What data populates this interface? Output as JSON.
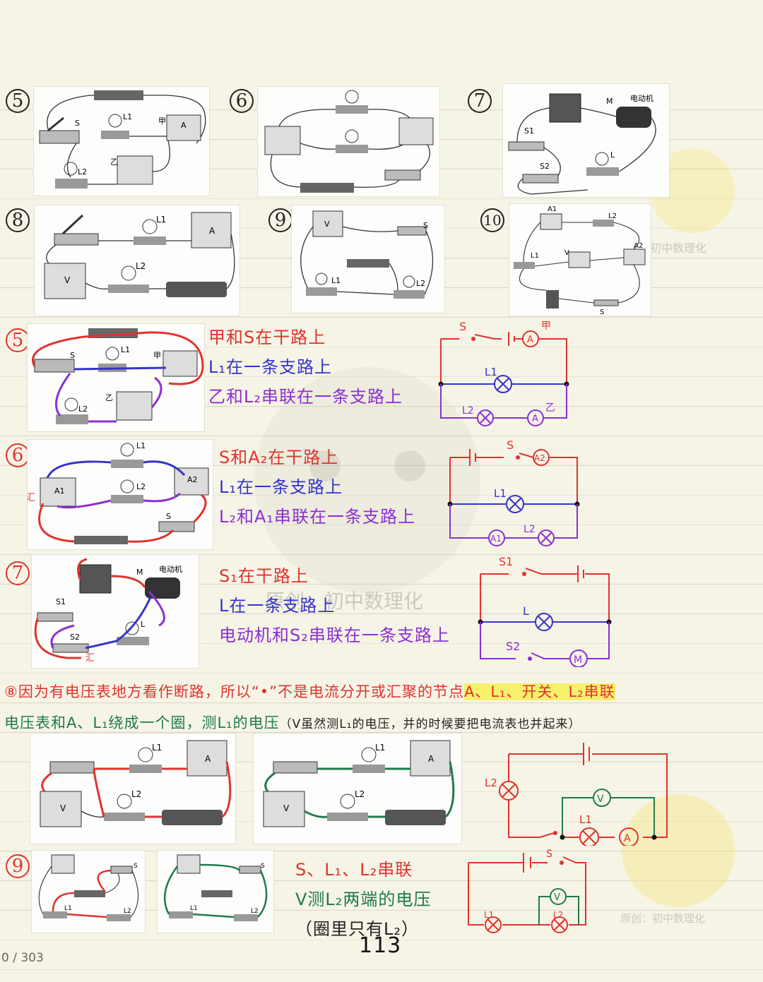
{
  "numbers": {
    "n5": "5",
    "n6": "6",
    "n7": "7",
    "n8": "8",
    "n9": "9",
    "n10": "10"
  },
  "circuit_labels": {
    "S": "S",
    "L1": "L1",
    "L2": "L2",
    "A": "A",
    "A1": "A1",
    "A2": "A2",
    "V": "V",
    "M": "M",
    "S1": "S1",
    "S2": "S2",
    "L": "L",
    "jia": "甲",
    "yi": "乙",
    "motor": "电动机",
    "hui": "汇"
  },
  "notes": {
    "q5": [
      "甲和S在干路上",
      "L₁在一条支路上",
      "乙和L₂串联在一条支路上"
    ],
    "q6": [
      "S和A₂在干路上",
      "L₁在一条支路上",
      "L₂和A₁串联在一条支路上"
    ],
    "q7": [
      "S₁在干路上",
      "L在一条支路上",
      "电动机和S₂串联在一条支路上"
    ],
    "q8_line1": "⑧因为有电压表地方看作断路，所以“•”不是电流分开或汇聚的节点",
    "q8_highlight": "A、L₁、开关、L₂串联",
    "q8_line2": "电压表和A、L₁绕成一个圈，测L₁的电压",
    "q8_aside": "（V虽然测L₁的电压，并的时候要把电流表也并起来）",
    "q9": [
      "S、L₁、L₂串联",
      "V测L₂两端的电压",
      "（圈里只有L₂）"
    ]
  },
  "watermarks": {
    "top": "初中数理化",
    "center": "原创：初中数理化",
    "bottom": "原创：初中数理化"
  },
  "page_number": "113",
  "page_counter": "0 / 303",
  "colors": {
    "red": "#e0332e",
    "blue": "#3534c9",
    "purple": "#8b2fd3",
    "green": "#1f7a4d",
    "highlight": "#f7f06a"
  }
}
